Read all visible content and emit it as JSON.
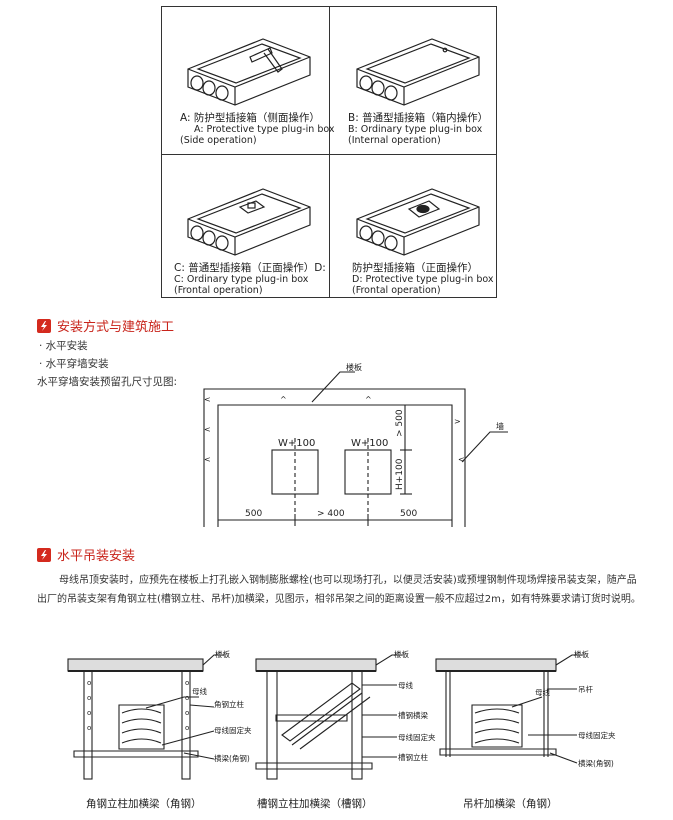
{
  "boxes": [
    {
      "cn": "A: 防护型插接箱（侧面操作）",
      "en": "A: Protective type plug-in box",
      "op": "(Side operation)"
    },
    {
      "cn": "B: 普通型插接箱（箱内操作）",
      "en": "B: Ordinary type plug-in box",
      "op": "(Internal operation)"
    },
    {
      "cn": "C: 普通型插接箱（正面操作）D:",
      "en": "C: Ordinary type plug-in box",
      "op": "(Frontal operation)"
    },
    {
      "cn": "防护型插接箱（正面操作）",
      "en": "D: Protective type plug-in box",
      "op": "(Frontal operation)"
    }
  ],
  "install": {
    "title": "安装方式与建筑施工",
    "items": [
      "· 水平安装",
      "· 水平穿墙安装"
    ],
    "note": "水平穿墙安装预留孔尺寸见图:"
  },
  "wall_diagram": {
    "slab_label": "楼板",
    "wall_label": "墙",
    "opening_w": "W+100",
    "opening_h": "H+100",
    "top_gap": "> 500",
    "left_dim": "500",
    "mid_dim": "> 400",
    "right_dim": "500"
  },
  "hanging": {
    "title": "水平吊装安装",
    "paragraph": "母线吊顶安装时，应预先在楼板上打孔嵌入钢制膨胀螺栓(也可以现场打孔，以便灵活安装)或预埋钢制件现场焊接吊装支架，随产品出厂的吊装支架有角钢立柱(槽钢立柱、吊杆)加横梁，见图示，相邻吊架之间的距离设置一般不应超过2m，如有特殊要求请订货时说明。"
  },
  "supports": [
    {
      "caption": "角钢立柱加横梁（角钢）",
      "labels": {
        "slab": "楼板",
        "busbar": "母线",
        "column": "角钢立柱",
        "clamp": "母线固定夹",
        "beam": "横梁(角钢)"
      }
    },
    {
      "caption": "槽钢立柱加横梁（槽钢）",
      "labels": {
        "slab": "楼板",
        "busbar": "母线",
        "beam": "槽钢横梁",
        "clamp": "母线固定夹",
        "column": "槽钢立柱"
      }
    },
    {
      "caption": "吊杆加横梁（角钢）",
      "labels": {
        "slab": "楼板",
        "busbar": "母线",
        "rod": "吊杆",
        "clamp": "母线固定夹",
        "beam": "横梁(角钢)"
      }
    }
  ],
  "colors": {
    "accent": "#c8241b",
    "line": "#333333"
  }
}
